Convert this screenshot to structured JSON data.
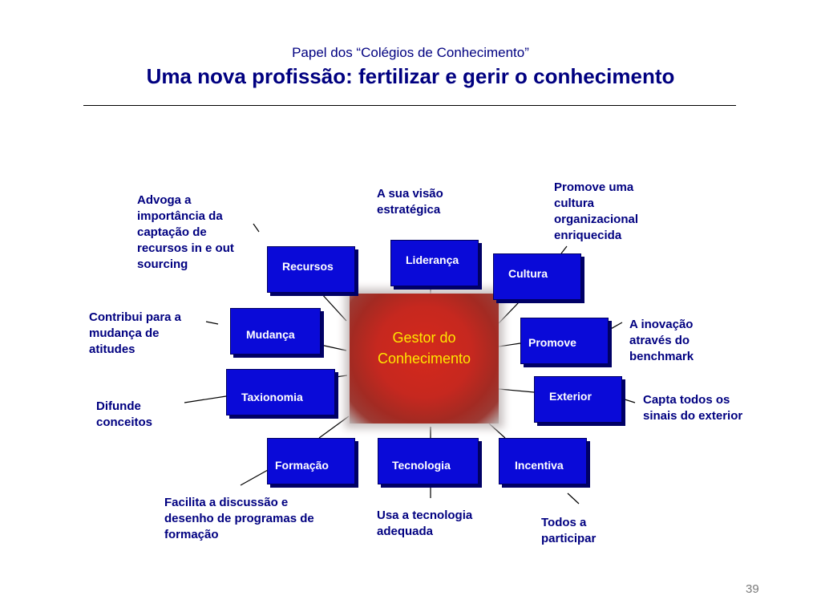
{
  "header": {
    "subtitle": "Papel dos “Colégios de Conhecimento”",
    "title": "Uma nova profissão: fertilizar e gerir o conhecimento"
  },
  "center": {
    "label_line1": "Gestor do",
    "label_line2": "Conhecimento"
  },
  "boxes": {
    "recursos": "Recursos",
    "lideranca": "Liderança",
    "cultura": "Cultura",
    "mudanca": "Mudança",
    "promove": "Promove",
    "taxionomia": "Taxionomia",
    "exterior": "Exterior",
    "formacao": "Formação",
    "tecnologia": "Tecnologia",
    "incentiva": "Incentiva"
  },
  "notes": {
    "recursos": "Advoga a\nimportância da\ncaptação de\nrecursos in e out\nsourcing",
    "lideranca": "A sua  visão\nestratégica",
    "cultura": "Promove uma\ncultura\norganizacional\nenriquecida",
    "mudanca": "Contribui para a\nmudança de\natitudes",
    "promove": "A inovação\natravés do\nbenchmark",
    "taxionomia": "Difunde\nconceitos",
    "exterior": "Capta todos os\nsinais do exterior",
    "formacao": "Facilita a discussão e\ndesenho de programas de\nformação",
    "tecnologia": "Usa a tecnologia\nadequada",
    "incentiva": "Todos a\nparticipar"
  },
  "page_number": "39",
  "colors": {
    "box": "#0a0ad8",
    "text": "#000080",
    "center_label": "#ffe600",
    "center_fill": "#c6281f"
  }
}
